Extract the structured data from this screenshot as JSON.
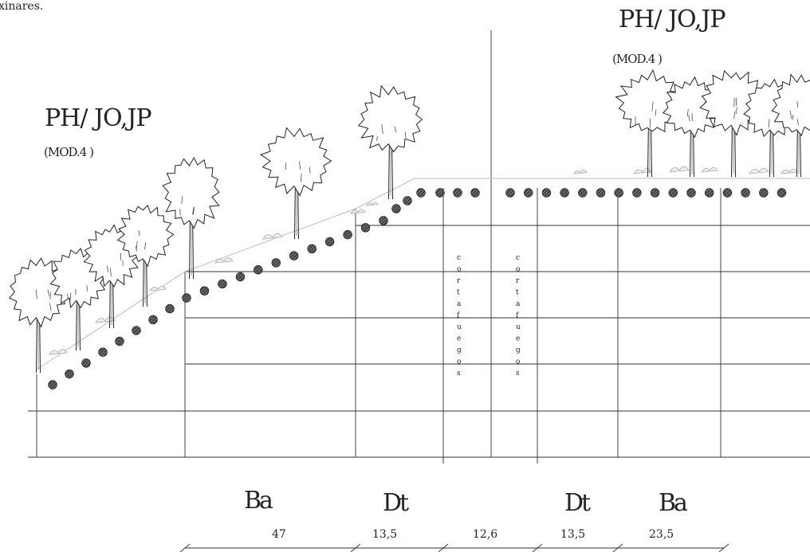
{
  "top_text": "xinares.",
  "stand_left": {
    "species": "PH/ JO,JP",
    "model": "(MOD.4 )"
  },
  "stand_right": {
    "species": "PH/ JO,JP",
    "model": "(MOD.4 )"
  },
  "firebreak_label": "cortafuegos",
  "zones": [
    "Ba",
    "Dt",
    "Dt",
    "Ba"
  ],
  "dimensions": [
    "47",
    "13,5",
    "12,6",
    "13,5",
    "23,5"
  ],
  "colors": {
    "line": "#222222",
    "grid": "#333333",
    "dot_fill": "#2a2a2a",
    "slope": "#bbbbbb",
    "shrub": "#aaaaaa"
  },
  "icons": {
    "tree": "broadleaf-tree-icon",
    "shrub": "shrub-icon",
    "dot": "hatched-dot-icon"
  }
}
